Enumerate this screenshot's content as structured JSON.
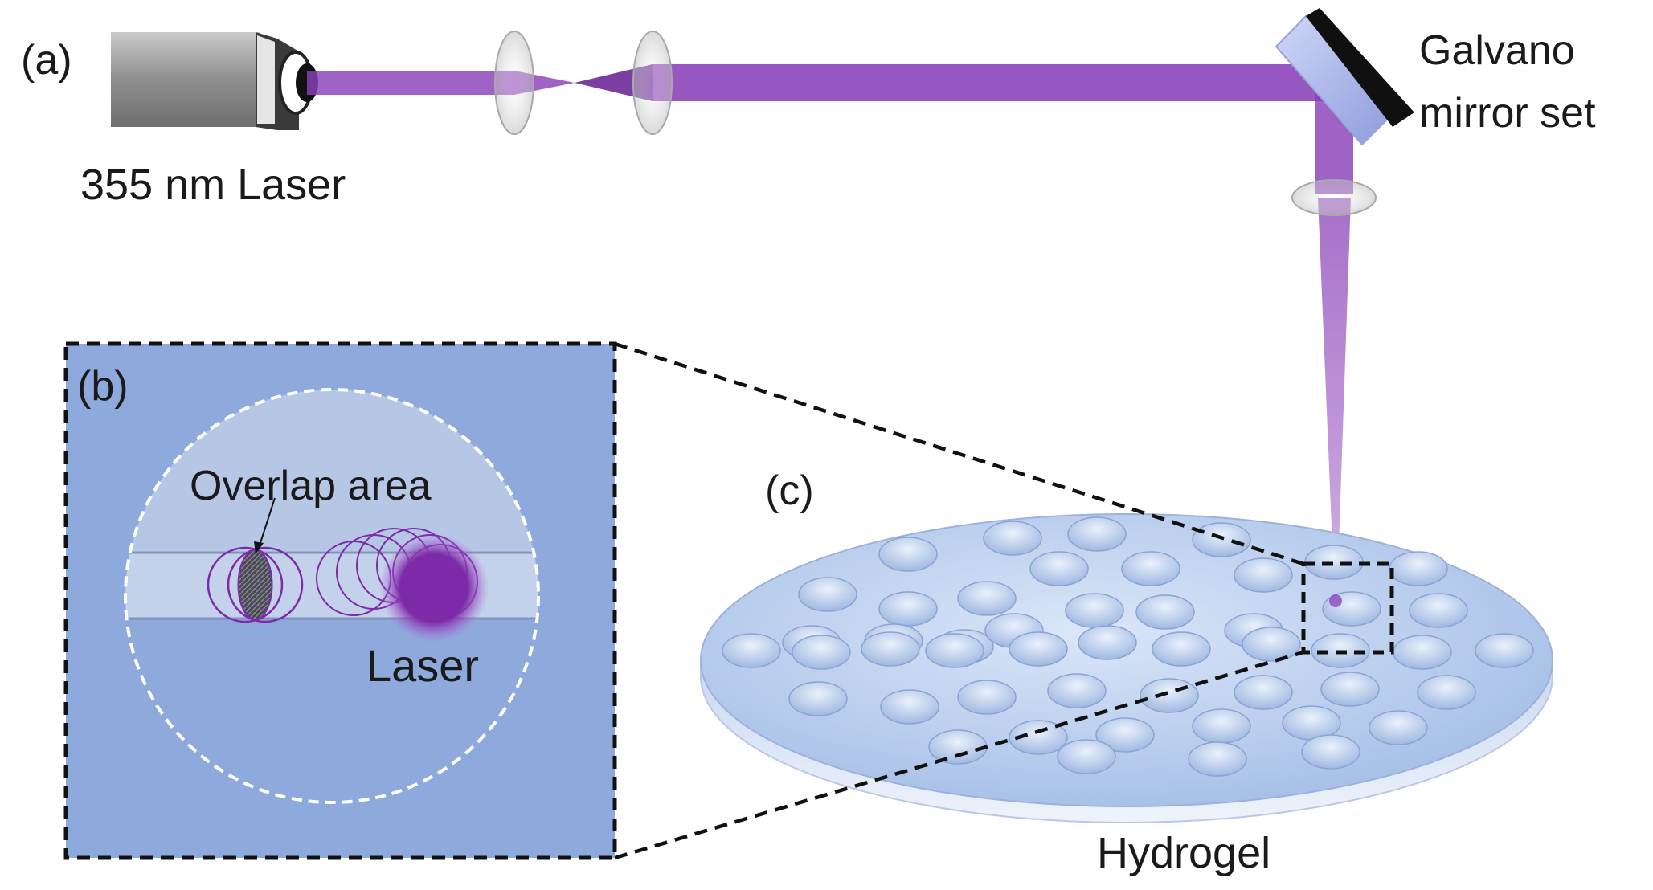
{
  "panels": {
    "a": "(a)",
    "b": "(b)",
    "c": "(c)"
  },
  "labels": {
    "laser_source": "355 nm Laser",
    "galvano_line1": "Galvano",
    "galvano_line2": "mirror set",
    "overlap_area": "Overlap area",
    "laser_spot": "Laser",
    "hydrogel": "Hydrogel"
  },
  "colors": {
    "beam": "#8a3fb8",
    "spot": "#7d2aa8",
    "inset_background": "#8eaadd",
    "hydrogel_surface": "#bfd2ef",
    "mirror_glass": "#aab7ea"
  }
}
